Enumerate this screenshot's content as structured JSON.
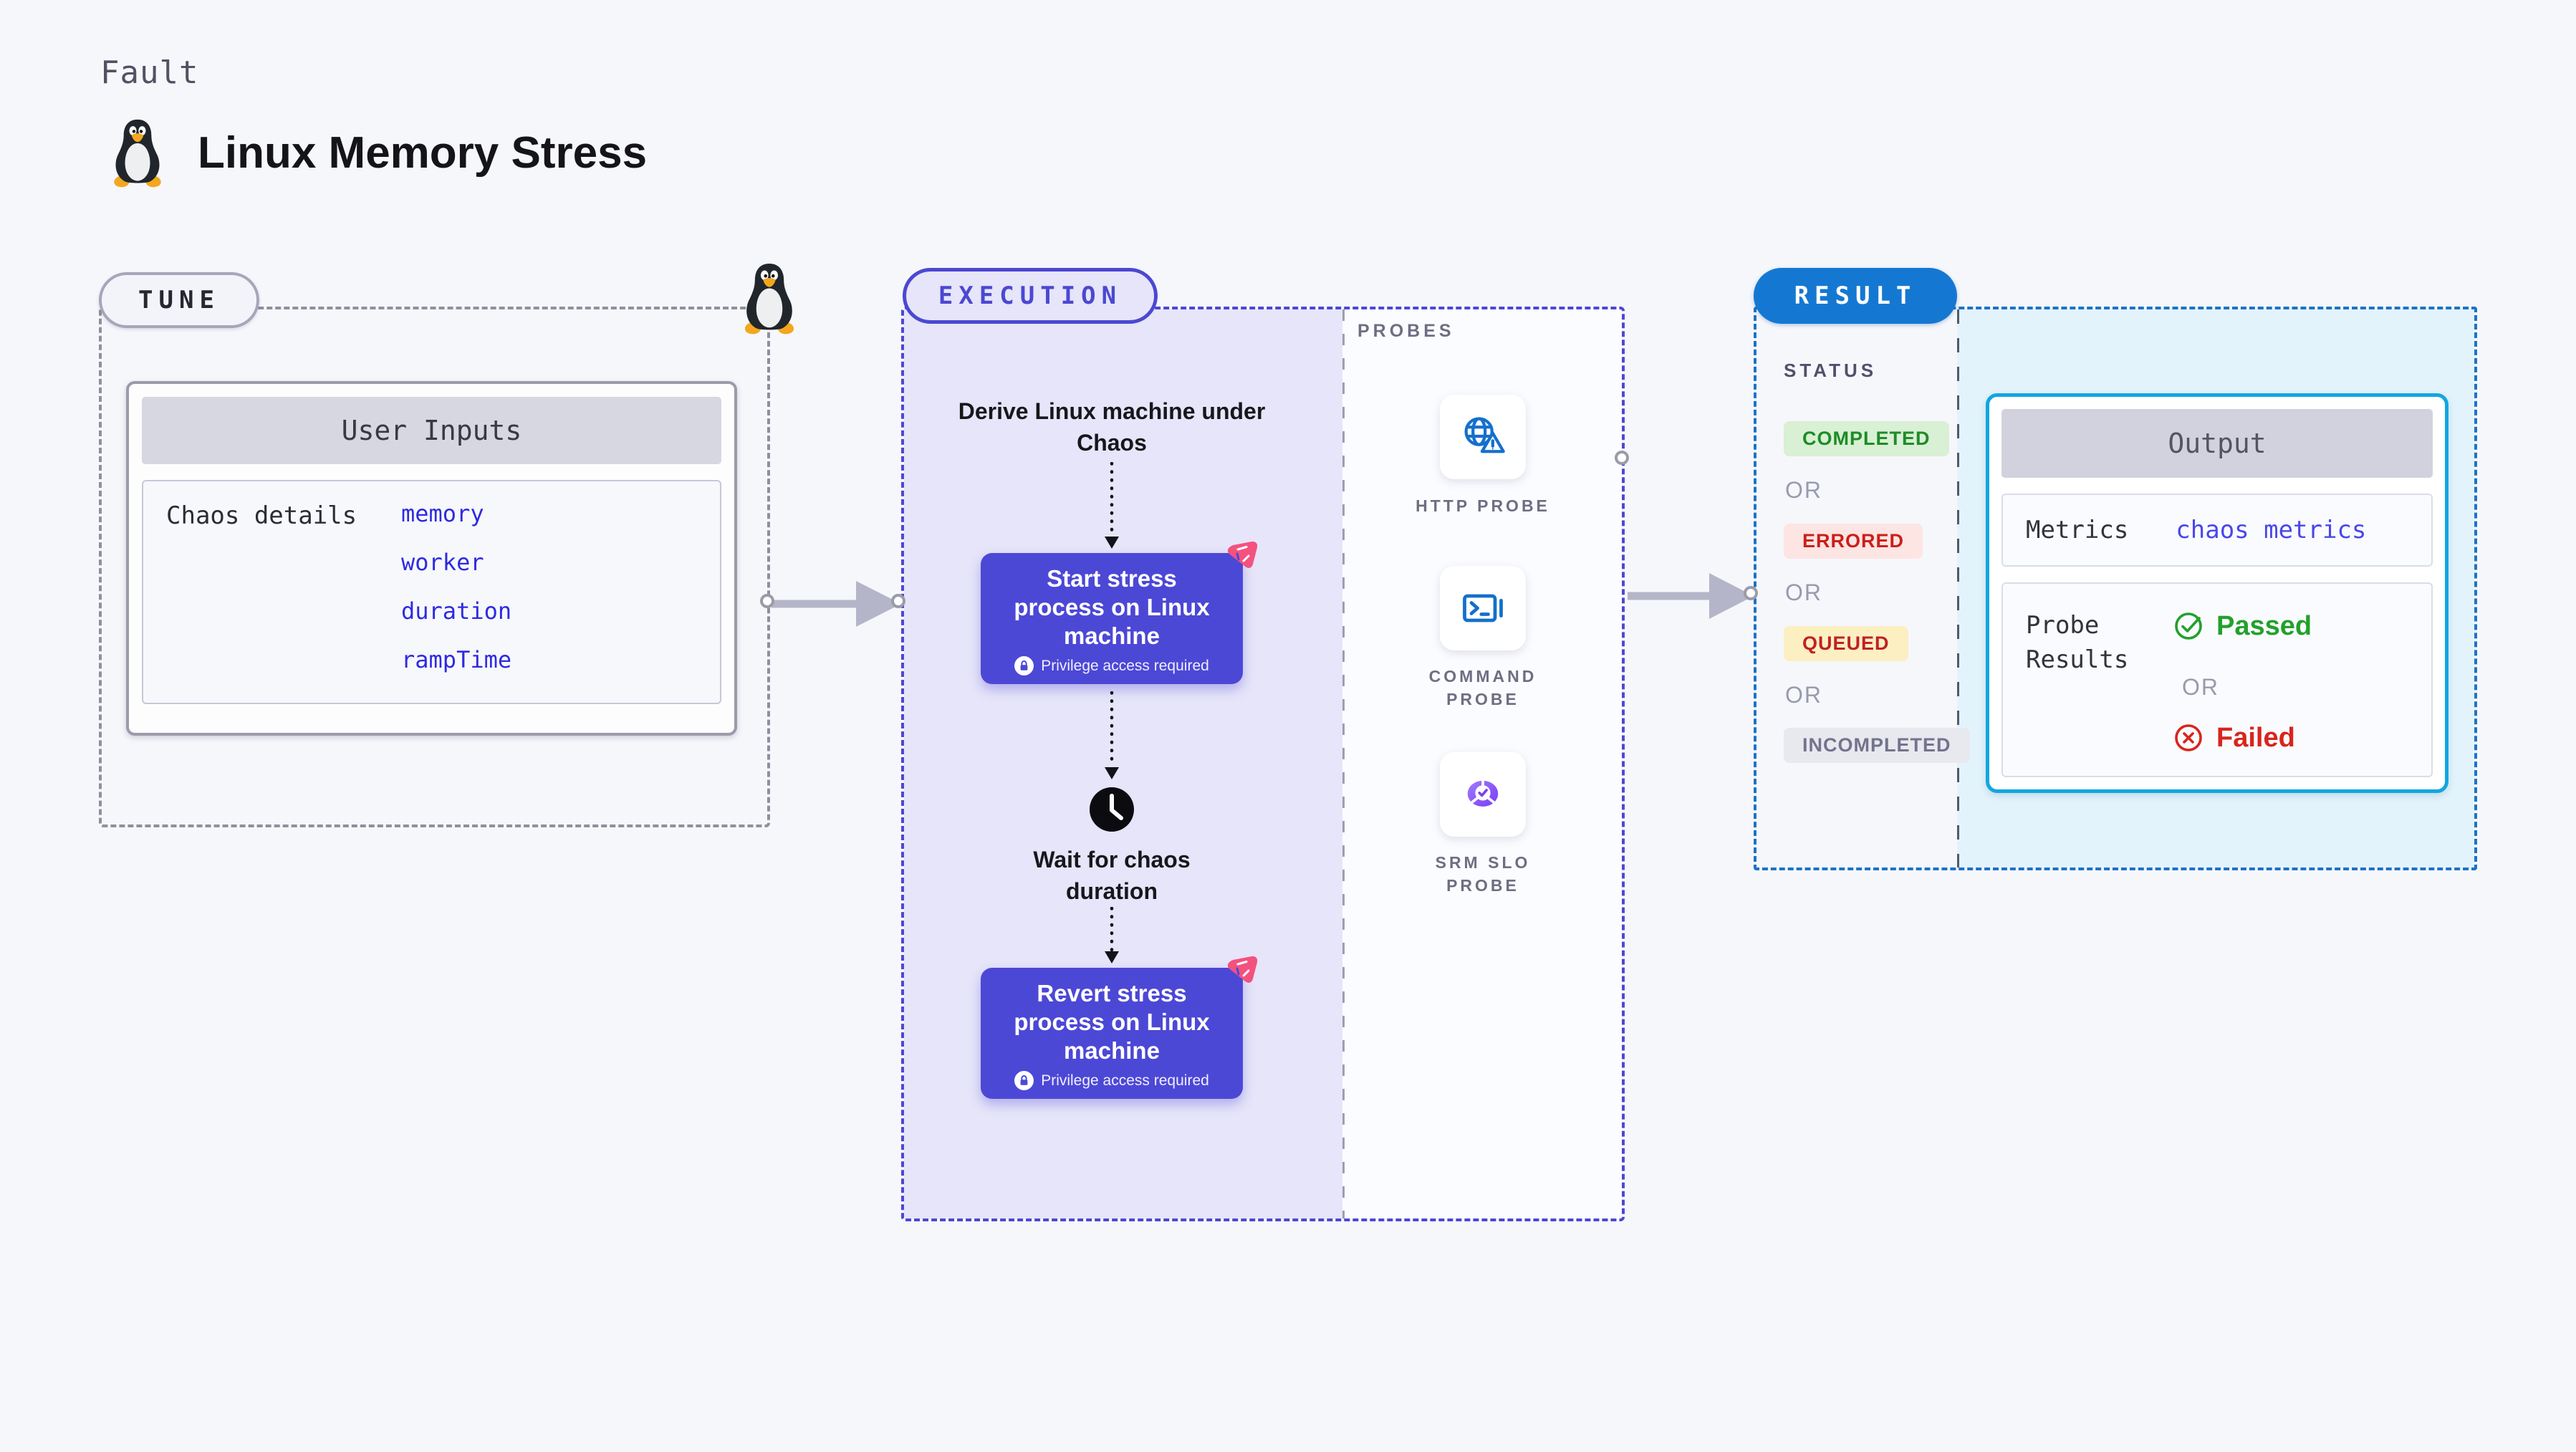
{
  "header": {
    "eyebrow": "Fault",
    "title": "Linux Memory Stress"
  },
  "tune": {
    "label": "TUNE",
    "card_title": "User Inputs",
    "row_label": "Chaos details",
    "links": [
      "memory",
      "worker",
      "duration",
      "rampTime"
    ]
  },
  "execution": {
    "label": "EXECUTION",
    "derive_text": "Derive Linux machine under Chaos",
    "start_node_text": "Start stress process on Linux machine",
    "privilege_note": "Privilege access required",
    "wait_text": "Wait for chaos duration",
    "revert_node_text": "Revert stress process on Linux machine"
  },
  "probes": {
    "heading": "PROBES",
    "items": [
      "HTTP PROBE",
      "COMMAND PROBE",
      "SRM SLO PROBE"
    ]
  },
  "result": {
    "label": "RESULT",
    "status_heading": "STATUS",
    "or": "OR",
    "statuses": [
      "COMPLETED",
      "ERRORED",
      "QUEUED",
      "INCOMPLETED"
    ],
    "output": {
      "title": "Output",
      "metrics_label": "Metrics",
      "metrics_link": "chaos metrics",
      "probe_results_label": "Probe Results",
      "passed": "Passed",
      "failed": "Failed"
    }
  },
  "icons": {
    "tux": "linux-penguin",
    "lock": "padlock-in-circle",
    "chaos": "pink-chaos-triangle",
    "clock": "black-clock",
    "http_probe": "globe-with-warning",
    "command_probe": "terminal-window",
    "srm_slo_probe": "purple-donut-check",
    "passed": "green-check-circle",
    "failed": "red-x-circle",
    "flow_arrow": "grey-right-arrow"
  },
  "colors": {
    "page_bg": "#f6f7fb",
    "indigo_accent": "#4b48d2",
    "indigo_node": "#4c48d6",
    "lavender_bg": "#e6e5f9",
    "pink_chaos": "#f4517f",
    "result_blue": "#1478d2",
    "cyan_border": "#12a6e0",
    "light_blue_bg": "#e3f3fb",
    "link_blue": "#2e2ae0",
    "green_status": "#1d8c28",
    "red_status": "#cb1f1a",
    "yellow_badge_bg": "#fcefc2",
    "grey_badge_text": "#73738e",
    "passed_green": "#21a12b",
    "failed_red": "#d8251c"
  }
}
